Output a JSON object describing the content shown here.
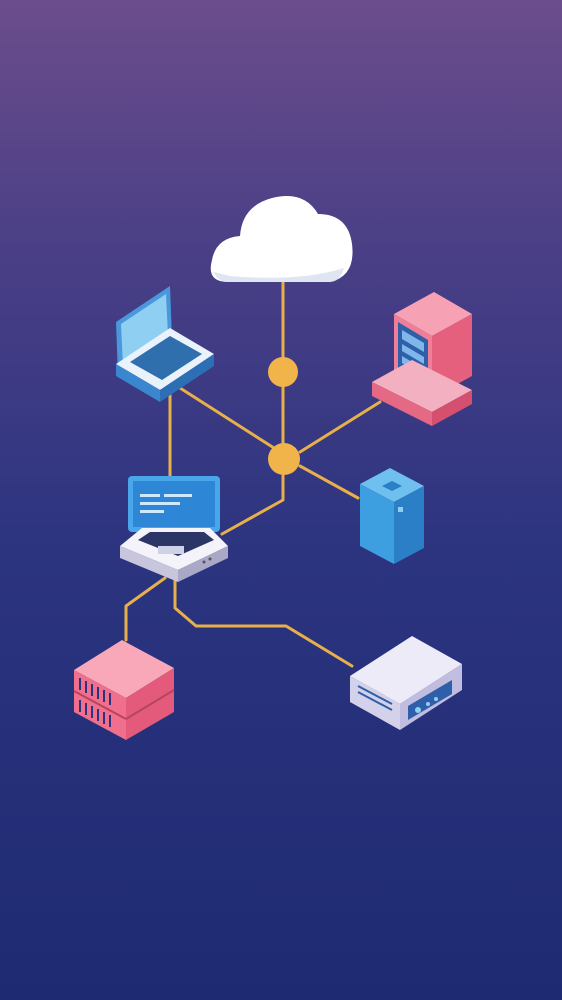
{
  "image": {
    "stock_id": "1074510024"
  },
  "colors": {
    "background_top": "#6b4d8c",
    "background_bottom": "#1e2b72",
    "connector": "#e8b04a",
    "hub": "#f0b44a",
    "cloud": "#ffffff",
    "device_blue": "#3f9ee0",
    "device_pink": "#ee6e8a",
    "device_lavender": "#d8d6ee"
  },
  "nodes": [
    {
      "id": "cloud",
      "icon": "cloud-icon"
    },
    {
      "id": "laptop-blue",
      "icon": "laptop-icon"
    },
    {
      "id": "desktop-pink",
      "icon": "desktop-computer-icon"
    },
    {
      "id": "central-laptop",
      "icon": "laptop-icon"
    },
    {
      "id": "blue-server",
      "icon": "server-cabinet-icon"
    },
    {
      "id": "pink-server",
      "icon": "server-rack-icon"
    },
    {
      "id": "router",
      "icon": "router-icon"
    },
    {
      "id": "hub-top",
      "icon": "hub-node-icon"
    },
    {
      "id": "hub-center",
      "icon": "hub-node-icon"
    }
  ],
  "edges": [
    [
      "cloud",
      "hub-top"
    ],
    [
      "hub-top",
      "hub-center"
    ],
    [
      "laptop-blue",
      "hub-center"
    ],
    [
      "desktop-pink",
      "hub-center"
    ],
    [
      "blue-server",
      "hub-center"
    ],
    [
      "hub-center",
      "central-laptop"
    ],
    [
      "laptop-blue",
      "central-laptop"
    ],
    [
      "central-laptop",
      "pink-server"
    ],
    [
      "central-laptop",
      "router"
    ]
  ]
}
